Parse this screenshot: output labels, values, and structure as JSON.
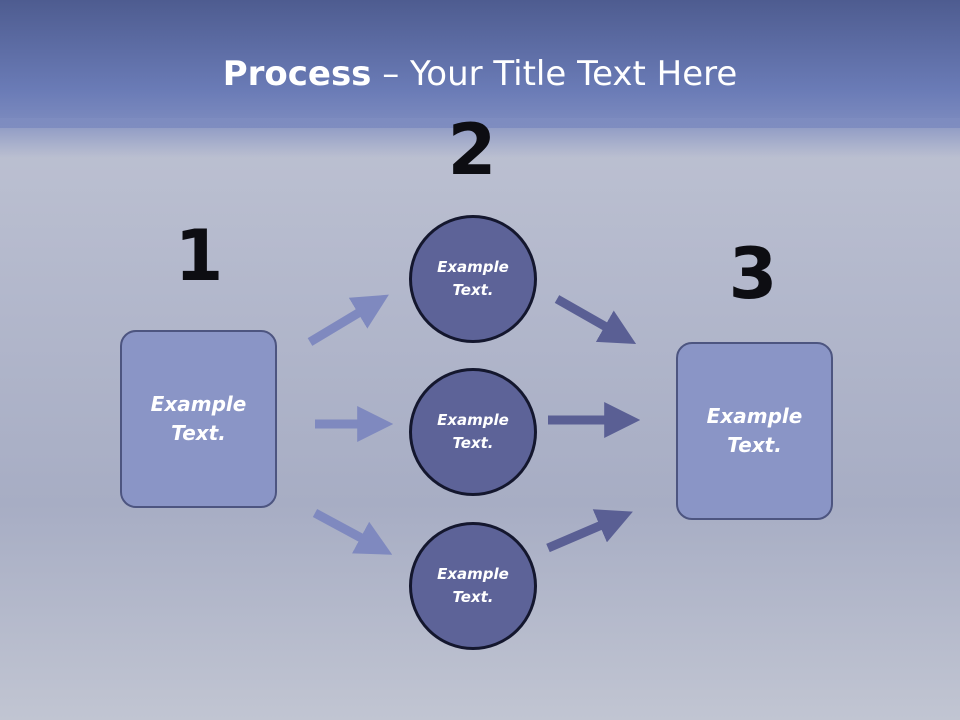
{
  "slide": {
    "title_bold": "Process",
    "title_rest": " – Your Title Text Here"
  },
  "steps": {
    "one": "1",
    "two": "2",
    "three": "3"
  },
  "nodes": {
    "left_box": "Example\nText.",
    "circle_top": "Example\nText.",
    "circle_middle": "Example\nText.",
    "circle_bottom": "Example\nText.",
    "right_box": "Example\nText."
  },
  "colors": {
    "header_band": "#6a7bb6",
    "box_fill": "#8a95c6",
    "circle_fill": "#5d6398",
    "arrow_light": "#7f89bf",
    "arrow_dark": "#5a5f94"
  }
}
